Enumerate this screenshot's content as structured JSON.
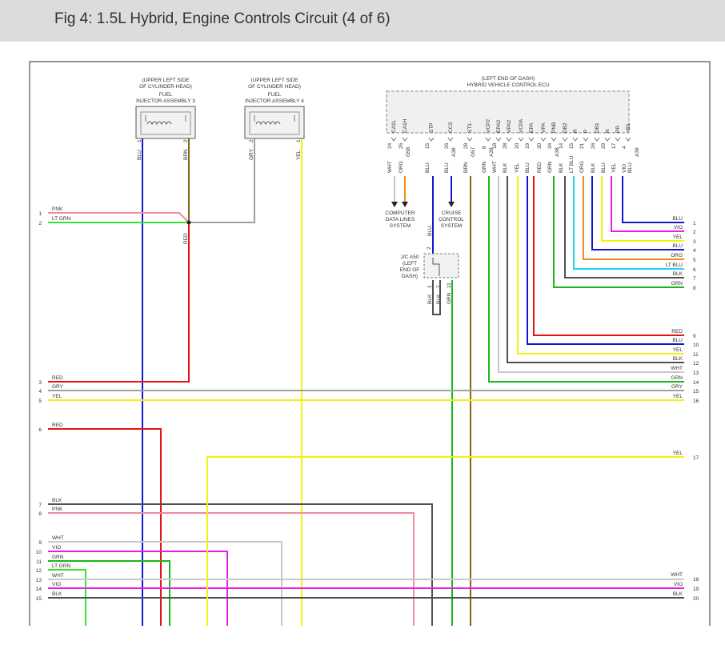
{
  "header": {
    "title": "Fig 4: 1.5L Hybrid, Engine Controls Circuit (4 of 6)"
  },
  "colors": {
    "BLU": "#1414d2",
    "VIO": "#e61ee6",
    "YEL": "#f2f20a",
    "ORG": "#f08a14",
    "LT BLU": "#1ed2f0",
    "BLK": "#505050",
    "GRN": "#18b818",
    "RED": "#e61414",
    "WHT": "#c8c8c8",
    "GRY": "#a0a0a0",
    "BRN": "#8c6414",
    "PNK": "#f08ca0",
    "LT GRN": "#32e632",
    "frame": "#555555",
    "ecu_border": "#888888",
    "header_bg": "#dcdcdc"
  },
  "components": {
    "injector3": {
      "location": [
        "(UPPER LEFT SIDE",
        "OF CYLINDER HEAD)"
      ],
      "name": [
        "FUEL",
        "INJECTOR ASSEMBLY 3"
      ],
      "pins": [
        "1",
        "2"
      ],
      "wires": [
        "BLU",
        "BRN"
      ]
    },
    "injector4": {
      "location": [
        "(UPPER LEFT SIDE",
        "OF CYLINDER HEAD)"
      ],
      "name": [
        "FUEL",
        "INJECTOR ASSEMBLY 4"
      ],
      "pins": [
        "2",
        "1"
      ],
      "wires": [
        "GRY",
        "YEL"
      ]
    },
    "ecu": {
      "location": "(LEFT END OF DASH)",
      "name": "HYBRID VEHICLE CONTROL ECU"
    },
    "jc": {
      "label": [
        "J/C A50",
        "(LEFT",
        "END OF",
        "DASH)"
      ],
      "pins": [
        "2",
        "1",
        "7",
        "11"
      ],
      "wires": [
        "BLU",
        "BLK",
        "BLK",
        "GRN"
      ]
    }
  },
  "ecu_pins": [
    {
      "name": "CA1L",
      "pin": "24",
      "conn": "",
      "wire": "WHT"
    },
    {
      "name": "CA1H",
      "pin": "25",
      "conn": "G58",
      "wire": "ORG"
    },
    {
      "name": "STP",
      "pin": "15",
      "conn": "",
      "wire": "BLU"
    },
    {
      "name": "CCS",
      "pin": "26",
      "conn": "A38",
      "wire": "BLU"
    },
    {
      "name": "ST1-",
      "pin": "28",
      "conn": "G57",
      "wire": "BRN"
    },
    {
      "name": "VCP2",
      "pin": "8",
      "conn": "A39",
      "wire": "GRN"
    },
    {
      "name": "EPA2",
      "pin": "18",
      "conn": "",
      "wire": "WHT"
    },
    {
      "name": "VPA2",
      "pin": "28",
      "conn": "",
      "wire": "BLK"
    },
    {
      "name": "VCPA",
      "pin": "20",
      "conn": "",
      "wire": "YEL"
    },
    {
      "name": "EPA",
      "pin": "19",
      "conn": "",
      "wire": "BLU"
    },
    {
      "name": "VPA",
      "pin": "30",
      "conn": "",
      "wire": "RED"
    },
    {
      "name": "PNB",
      "pin": "34",
      "conn": "A38",
      "wire": "GRN"
    },
    {
      "name": "DB2",
      "pin": "14",
      "conn": "",
      "wire": "BLK"
    },
    {
      "name": "R",
      "pin": "15",
      "conn": "",
      "wire": "LT BLU"
    },
    {
      "name": "P",
      "pin": "21",
      "conn": "",
      "wire": "ORG"
    },
    {
      "name": "DB1",
      "pin": "26",
      "conn": "",
      "wire": "BLK"
    },
    {
      "name": "N",
      "pin": "29",
      "conn": "",
      "wire": "BLU"
    },
    {
      "name": "PR",
      "pin": "17",
      "conn": "",
      "wire": "YEL"
    },
    {
      "name": "+B1",
      "pin": "4",
      "conn": "",
      "wire": "VIO"
    },
    {
      "name": "",
      "pin": "",
      "conn": "A39",
      "wire": "BLU"
    }
  ],
  "systems": {
    "computer": [
      "COMPUTER",
      "DATA LINES",
      "SYSTEM"
    ],
    "cruise": [
      "CRUISE",
      "CONTROL",
      "SYSTEM"
    ]
  },
  "left_lines": [
    {
      "num": "1",
      "color": "PNK"
    },
    {
      "num": "2",
      "color": "LT GRN"
    },
    {
      "num": "3",
      "color": "RED"
    },
    {
      "num": "4",
      "color": "GRY"
    },
    {
      "num": "5",
      "color": "YEL"
    },
    {
      "num": "6",
      "color": "RED"
    },
    {
      "num": "7",
      "color": "BLK"
    },
    {
      "num": "8",
      "color": "PNK"
    },
    {
      "num": "9",
      "color": "WHT"
    },
    {
      "num": "10",
      "color": "VIO"
    },
    {
      "num": "11",
      "color": "GRN"
    },
    {
      "num": "12",
      "color": "LT GRN"
    },
    {
      "num": "13",
      "color": "WHT"
    },
    {
      "num": "14",
      "color": "VIO"
    },
    {
      "num": "15",
      "color": "BLK"
    }
  ],
  "right_lines": [
    {
      "num": "1",
      "color": "BLU"
    },
    {
      "num": "2",
      "color": "VIO"
    },
    {
      "num": "3",
      "color": "YEL"
    },
    {
      "num": "4",
      "color": "BLU"
    },
    {
      "num": "5",
      "color": "ORG"
    },
    {
      "num": "6",
      "color": "LT BLU"
    },
    {
      "num": "7",
      "color": "BLK"
    },
    {
      "num": "8",
      "color": "GRN"
    },
    {
      "num": "9",
      "color": "RED"
    },
    {
      "num": "10",
      "color": "BLU"
    },
    {
      "num": "11",
      "color": "YEL"
    },
    {
      "num": "12",
      "color": "BLK"
    },
    {
      "num": "13",
      "color": "WHT"
    },
    {
      "num": "14",
      "color": "GRN"
    },
    {
      "num": "15",
      "color": "GRY"
    },
    {
      "num": "16",
      "color": "YEL"
    },
    {
      "num": "17",
      "color": "YEL"
    },
    {
      "num": "18",
      "color": "WHT"
    },
    {
      "num": "19",
      "color": "VIO"
    },
    {
      "num": "20",
      "color": "BLK"
    }
  ],
  "labels": {
    "red_splice": "RED",
    "jc_blu": "BLU"
  }
}
